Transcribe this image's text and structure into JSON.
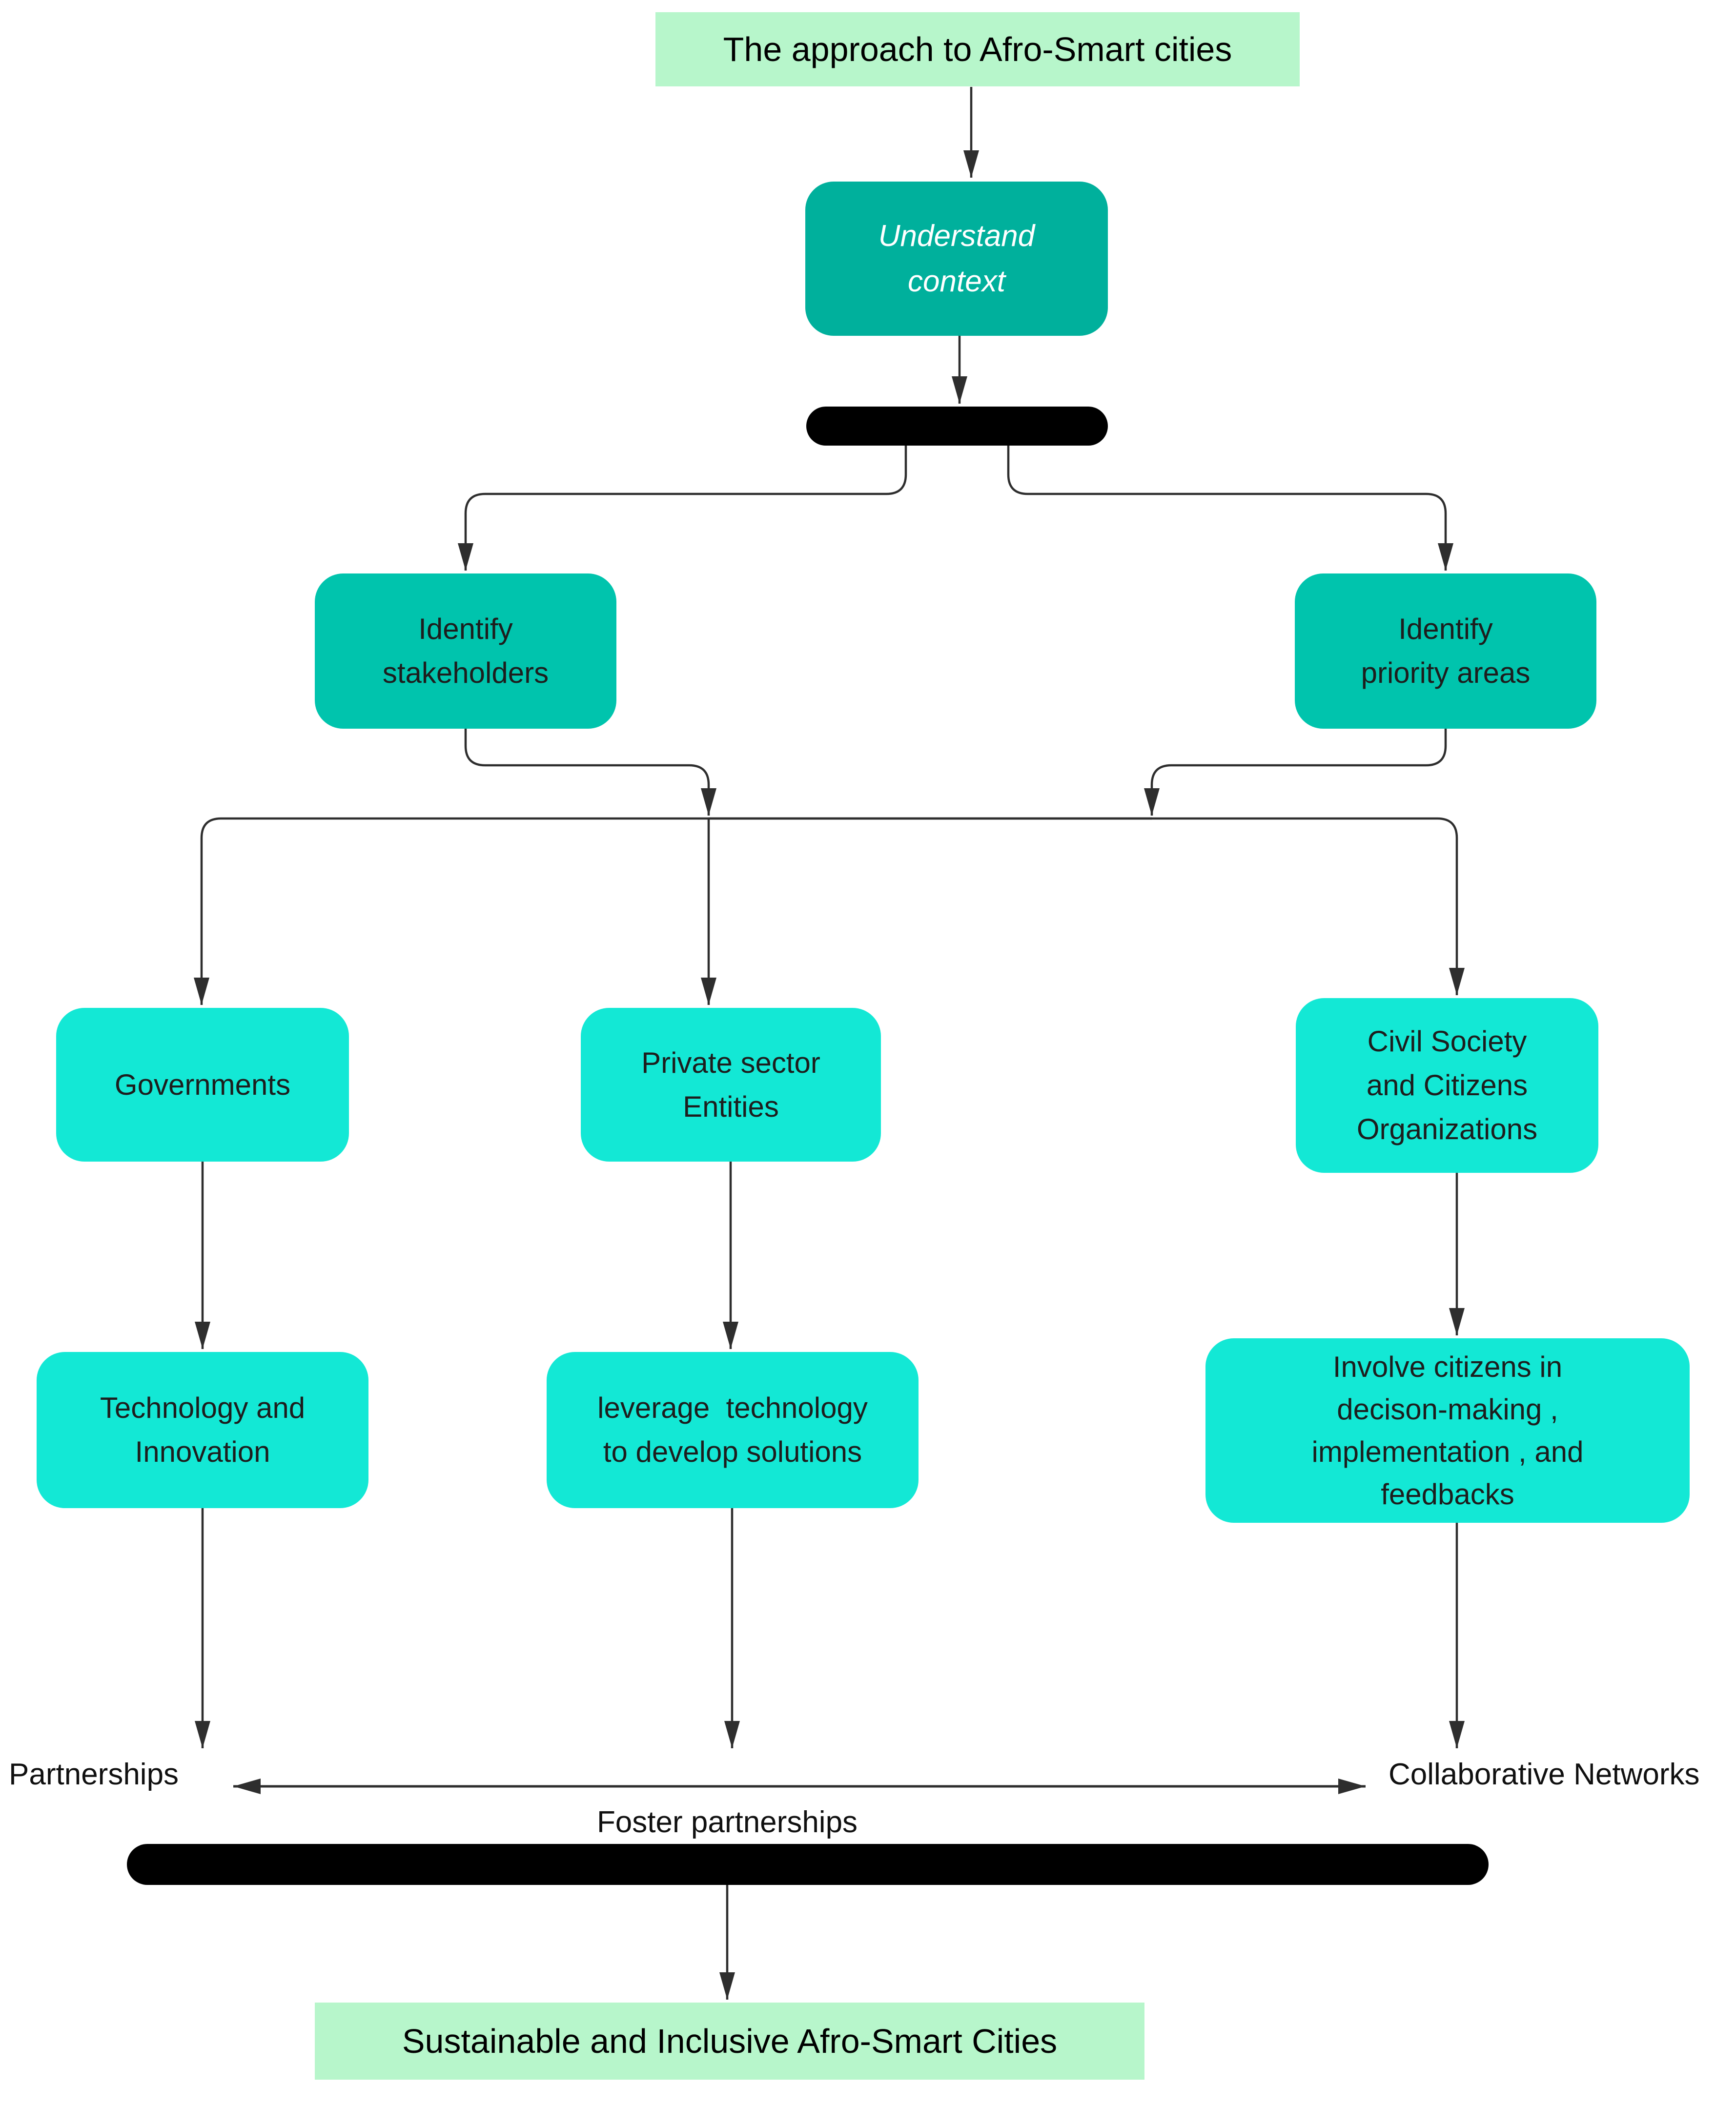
{
  "title": {
    "text": "The approach to Afro-Smart cities"
  },
  "nodes": {
    "understand_context": {
      "text": "Understand\ncontext"
    },
    "identify_stakeholders": {
      "text": "Identify\nstakeholders"
    },
    "identify_priority_areas": {
      "text": "Identify\npriority areas"
    },
    "governments": {
      "text": "Governments"
    },
    "private_sector": {
      "text": "Private sector\nEntities"
    },
    "civil_society": {
      "text": "Civil Society\nand Citizens\nOrganizations"
    },
    "technology_innovation": {
      "text": "Technology and\nInnovation"
    },
    "leverage_technology": {
      "text": "leverage  technology\nto develop solutions"
    },
    "involve_citizens": {
      "text": "Involve citizens in\ndecison-making ,\nimplementation , and\nfeedbacks"
    }
  },
  "edge_labels": {
    "partnerships": "Partnerships",
    "collaborative_networks": "Collaborative Networks",
    "foster_partnerships": "Foster partnerships"
  },
  "terminal": {
    "text": "Sustainable and Inclusive Afro-Smart Cities"
  },
  "colors": {
    "terminal_bg": "#b7f6cb",
    "step1_bg": "#00b09c",
    "step2_bg": "#00c4ad",
    "step3_bg": "#13e8d5",
    "bar": "#000000",
    "line": "#2e2e2e"
  }
}
